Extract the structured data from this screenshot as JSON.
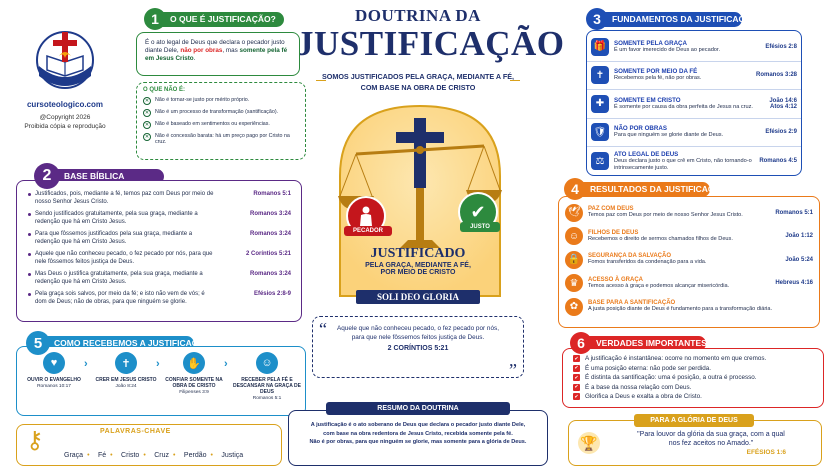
{
  "logo": {
    "site": "cursoteologico.com",
    "copyright": "@Copyright 2026",
    "notice": "Proibida cópia e reprodução"
  },
  "title": {
    "line1": "DOUTRINA DA",
    "line2": "JUSTIFICAÇÃO",
    "subtitle_l1": "SOMOS JUSTIFICADOS PELA GRAÇA, MEDIANTE A FÉ,",
    "subtitle_l2": "COM BASE NA OBRA DE CRISTO"
  },
  "sec1": {
    "num": "1",
    "title": "O QUE É JUSTIFICAÇÃO?",
    "def_a": "É o ato legal de Deus que declara o pecador justo diante Dele,",
    "def_b": "não por obras",
    "def_c": ", mas",
    "def_d": "somente pela fé em Jesus Cristo",
    "def_e": ".",
    "nao_title": "O QUE NÃO É:",
    "nao_items": [
      "Não é tornar-se justo por mérito próprio.",
      "Não é um processo de transformação (santificação).",
      "Não é baseado em sentimentos ou experiências.",
      "Não é concessão barata: há um preço pago por Cristo na cruz."
    ]
  },
  "sec2": {
    "num": "2",
    "title": "BASE BÍBLICA",
    "items": [
      {
        "text": "Justificados, pois, mediante a fé, temos paz com Deus por meio de nosso Senhor Jesus Cristo.",
        "ref": "Romanos 5:1"
      },
      {
        "text": "Sendo justificados gratuitamente, pela sua graça, mediante a redenção que há em Cristo Jesus.",
        "ref": "Romanos 3:24"
      },
      {
        "text": "Para que fôssemos justificados pela sua graça, mediante a redenção que há em Cristo Jesus.",
        "ref": "Romanos 3:24"
      },
      {
        "text": "Aquele que não conheceu pecado, o fez pecado por nós, para que nele fôssemos feitos justiça de Deus.",
        "ref": "2 Coríntios 5:21"
      },
      {
        "text": "Mas Deus o justifica gratuitamente, pela sua graça, mediante a redenção que há em Cristo Jesus.",
        "ref": "Romanos 3:24"
      },
      {
        "text": "Pela graça sois salvos, por meio da fé; e isto não vem de vós; é dom de Deus; não de obras, para que ninguém se glorie.",
        "ref": "Efésios 2:8-9"
      }
    ]
  },
  "sec3": {
    "num": "3",
    "title": "FUNDAMENTOS DA JUSTIFICAÇÃO",
    "items": [
      {
        "title": "SOMENTE PELA GRAÇA",
        "desc": "É um favor imerecido de Deus ao pecador.",
        "ref1": "Efésios 2:8",
        "ref2": ""
      },
      {
        "title": "SOMENTE POR MEIO DA FÉ",
        "desc": "Recebemos pela fé, não por obras.",
        "ref1": "Romanos 3:28",
        "ref2": ""
      },
      {
        "title": "SOMENTE EM CRISTO",
        "desc": "É somente por causa da obra perfeita de Jesus na cruz.",
        "ref1": "João 14:6",
        "ref2": "Atos 4:12"
      },
      {
        "title": "NÃO POR OBRAS",
        "desc": "Para que ninguém se glorie diante de Deus.",
        "ref1": "Efésios 2:9",
        "ref2": ""
      },
      {
        "title": "ATO LEGAL DE DEUS",
        "desc": "Deus declara justo o que crê em Cristo, não tornando-o intrinsecamente justo.",
        "ref1": "Romanos 4:5",
        "ref2": ""
      }
    ]
  },
  "sec4": {
    "num": "4",
    "title": "RESULTADOS DA JUSTIFICAÇÃO",
    "items": [
      {
        "title": "PAZ COM DEUS",
        "desc": "Temos paz com Deus por meio de nosso Senhor Jesus Cristo.",
        "ref": "Romanos 5:1"
      },
      {
        "title": "FILHOS DE DEUS",
        "desc": "Recebemos o direito de sermos chamados filhos de Deus.",
        "ref": "João 1:12"
      },
      {
        "title": "SEGURANÇA DA SALVAÇÃO",
        "desc": "Fomos transferidos da condenação para a vida.",
        "ref": "João 5:24"
      },
      {
        "title": "ACESSO À GRAÇA",
        "desc": "Temos acesso à graça e podemos alcançar misericórdia.",
        "ref": "Hebreus 4:16"
      },
      {
        "title": "BASE PARA A SANTIFICAÇÃO",
        "desc": "A justa posição diante de Deus é fundamento para a transformação diária.",
        "ref": ""
      }
    ]
  },
  "scale": {
    "left": "PECADOR",
    "right": "JUSTO",
    "j_title": "JUSTIFICADO",
    "j_sub1": "PELA GRAÇA, MEDIANTE A FÉ,",
    "j_sub2": "POR MEIO DE CRISTO",
    "banner": "SOLI DEO GLORIA"
  },
  "quote": {
    "text": "Aquele que não conheceu pecado, o fez pecado por nós, para que nele fôssemos feitos justiça de Deus.",
    "ref": "2 CORÍNTIOS 5:21"
  },
  "sec5": {
    "num": "5",
    "title": "COMO RECEBEMOS A JUSTIFICAÇÃO?",
    "steps": [
      {
        "title": "OUVIR O EVANGELHO",
        "ref": "Romanos 10:17"
      },
      {
        "title": "CRER EM JESUS CRISTO",
        "ref": "João 8:24"
      },
      {
        "title": "CONFIAR SOMENTE NA OBRA DE CRISTO",
        "ref": "Filipenses 3:9"
      },
      {
        "title": "RECEBER PELA FÉ E DESCANSAR NA GRAÇA DE DEUS",
        "ref": "Romanos 5:1"
      }
    ]
  },
  "sec6": {
    "num": "6",
    "title": "VERDADES IMPORTANTES",
    "items": [
      "A justificação é instantânea: ocorre no momento em que cremos.",
      "É uma posição eterna: não pode ser perdida.",
      "É distinta da santificação: uma é posição, a outra é processo.",
      "É a base da nossa relação com Deus.",
      "Glorifica a Deus e exalta a obra de Cristo."
    ]
  },
  "resumo": {
    "title": "RESUMO DA DOUTRINA",
    "text1": "A justificação é o ato soberano de Deus que declara o pecador justo diante Dele,",
    "text2": "com base na obra redentora de Jesus Cristo, recebida somente pela fé.",
    "text3": "Não é por obras, para que ninguém se glorie, mas somente para a glória de Deus."
  },
  "palavras": {
    "title": "PALAVRAS-CHAVE",
    "words": [
      "Graça",
      "Fé",
      "Cristo",
      "Cruz",
      "Perdão",
      "Justiça"
    ]
  },
  "gloria": {
    "title": "PARA A GLÓRIA DE DEUS",
    "text1": "\"Para louvor da glória da sua graça, com a qual",
    "text2": "nos fez aceitos no Amado.\"",
    "ref": "EFÉSIOS 1:6"
  },
  "colors": {
    "navy": "#1e2f6b",
    "green": "#2d8a3e",
    "purple": "#5b2a86",
    "blue": "#1e4fb5",
    "orange": "#ea7a1a",
    "teal": "#1d8fc9",
    "red": "#dc2626",
    "gold": "#d9a11c"
  }
}
